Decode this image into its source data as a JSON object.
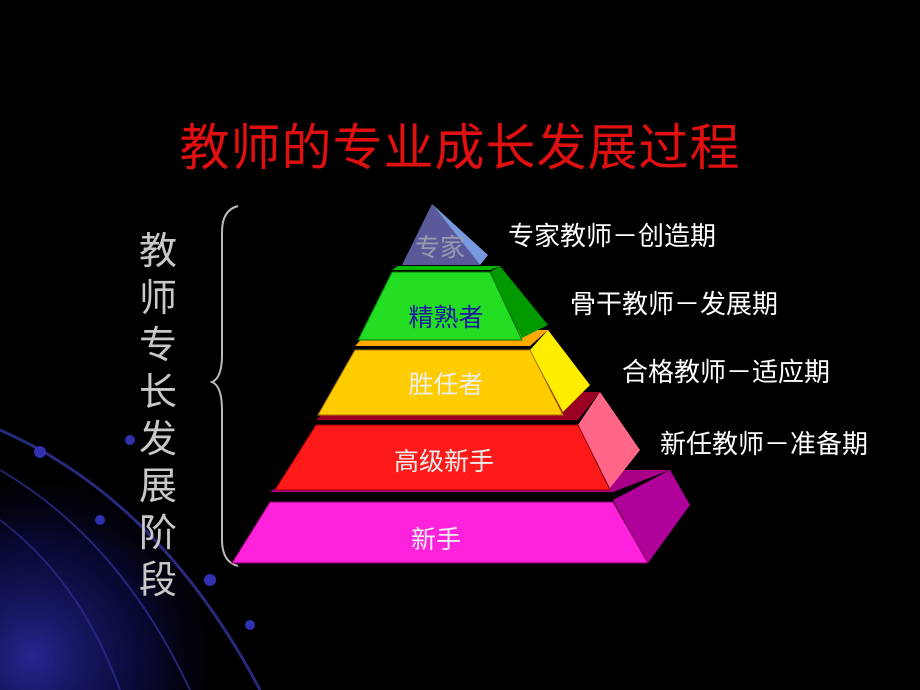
{
  "title": "教师的专业成长发展过程",
  "side_label": [
    "教",
    "师",
    "专",
    "长",
    "发",
    "展",
    "阶",
    "段"
  ],
  "levels": [
    {
      "name": "专家",
      "description": "专家教师－创造期"
    },
    {
      "name": "精熟者",
      "description": "骨干教师－发展期"
    },
    {
      "name": "胜任者",
      "description": "合格教师－适应期"
    },
    {
      "name": "高级新手",
      "description": "新任教师－准备期"
    },
    {
      "name": "新手",
      "description": ""
    }
  ],
  "colors": {
    "title": "#e01010",
    "background": "#000000",
    "level_apex": "#6a6aa8",
    "level_2": "#22dd22",
    "level_3": "#ffcc00",
    "level_4": "#ff1a1a",
    "level_5": "#ff22dd"
  }
}
